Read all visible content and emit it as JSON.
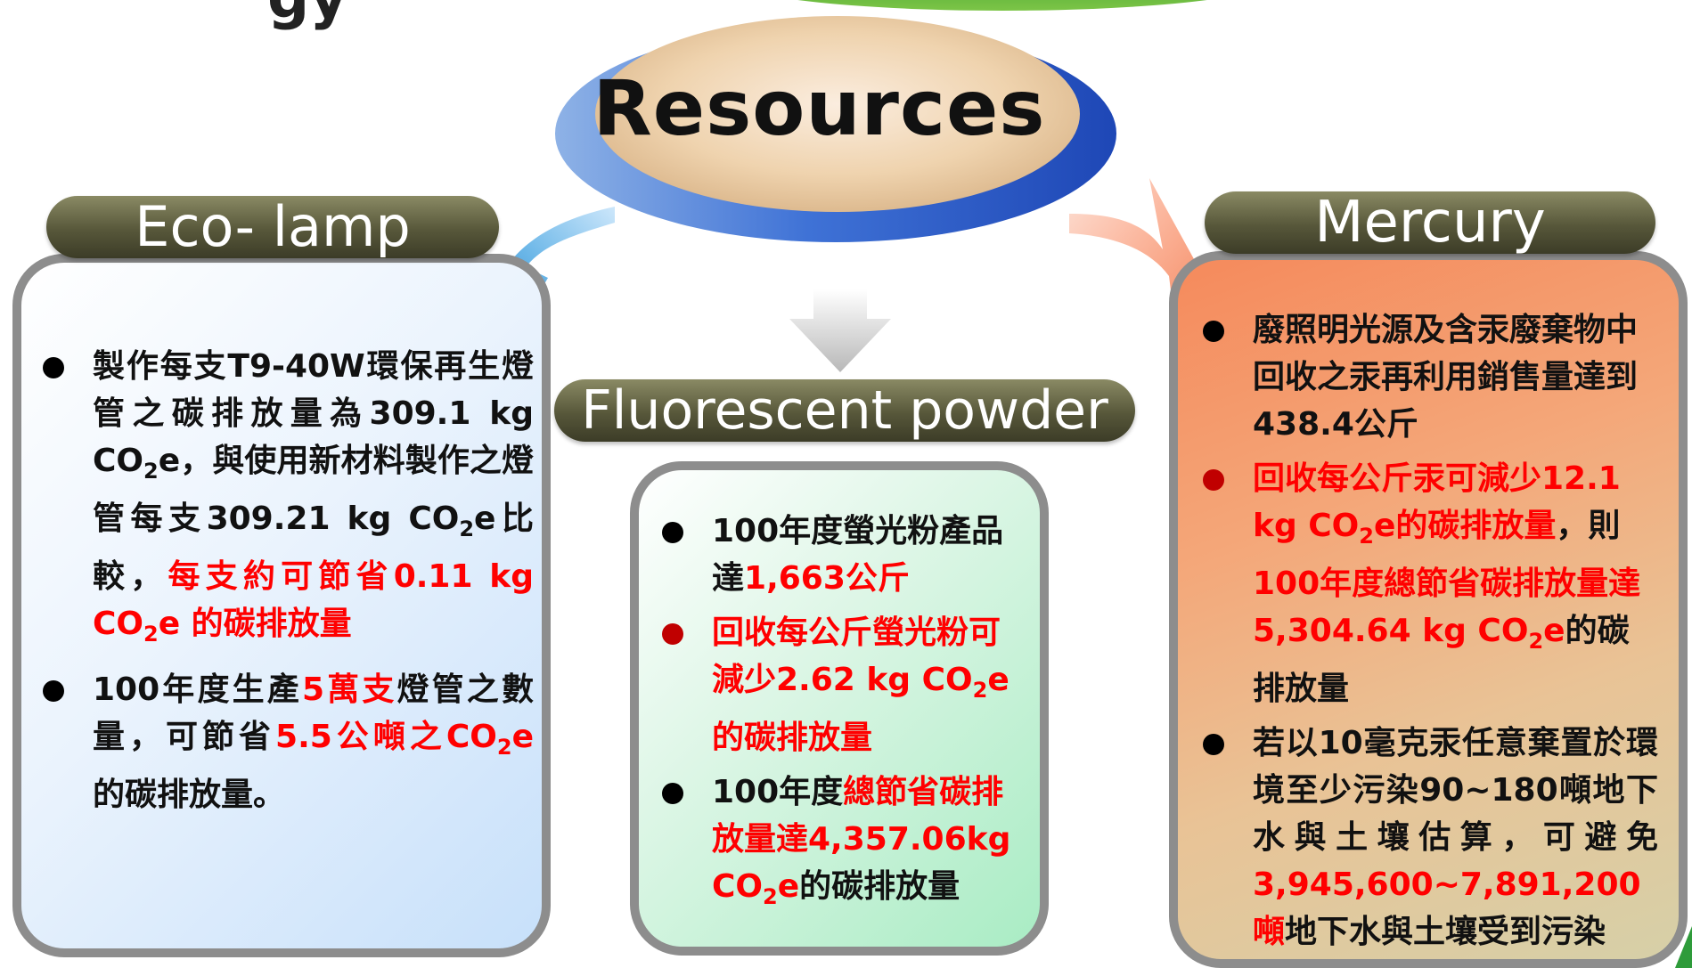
{
  "hub": {
    "label": "Resources"
  },
  "eco": {
    "title": "Eco- lamp",
    "bullet1": {
      "a": "製作每支T9-40W環保再生燈管之碳排放量為309.1 kg CO",
      "sub1": "2",
      "b": "e，與使用新材料製作之燈管每支309.21 kg CO",
      "sub2": "2",
      "c": "e比較，",
      "red1": "每支約可節省0.11 kg CO",
      "sub3": "2",
      "red2": "e 的碳排放量"
    },
    "bullet2": {
      "a": "100年度生產",
      "red1": "5萬支",
      "b": "燈管之數量，可節省",
      "red2": "5.5公噸之CO",
      "sub": "2",
      "red3": "e",
      "c": " 的碳排放量。"
    }
  },
  "powder": {
    "title": "Fluorescent powder",
    "bullet1": {
      "a": "100年度螢光粉產品達",
      "red": "1,663公斤"
    },
    "bullet2": {
      "a": "回收每公斤螢光粉可減少2.62 kg CO",
      "sub": "2",
      "b": "e的碳排放量"
    },
    "bullet3": {
      "a": "100年度",
      "red1": "總節省碳排放量達4,357.06kg CO",
      "sub": "2",
      "red2": "e",
      "b": "的碳排放量"
    }
  },
  "mercury": {
    "title": "Mercury",
    "bullet1": {
      "a": "廢照明光源及含汞廢棄物中回收之汞再利用銷售量達到438.4公斤"
    },
    "bullet2": {
      "red1": "回收每公斤汞可減少12.1 kg CO",
      "sub1": "2",
      "red2": "e的碳排放量",
      "b": "，則",
      "red3": "100年度總節省碳排放量達5,304.64 kg CO",
      "sub2": "2",
      "red4": "e",
      "c": "的碳排放量"
    },
    "bullet3": {
      "a": "若以10毫克汞任意棄置於環境至少污染90~180噸地下水與土壤估算，可避免",
      "red": "3,945,600~7,891,200噸",
      "b": "地下水與土壤受到污染"
    }
  },
  "colors": {
    "pill": "#57573a",
    "eco_card": "#dcecfb",
    "powder_card": "#b9eecd",
    "mercury_card": "#f4a26f",
    "arrow_left": "#2f8fd0",
    "arrow_right": "#f7a07e",
    "arrow_down": "#c9c9c9",
    "red_text": "#ff0000"
  }
}
